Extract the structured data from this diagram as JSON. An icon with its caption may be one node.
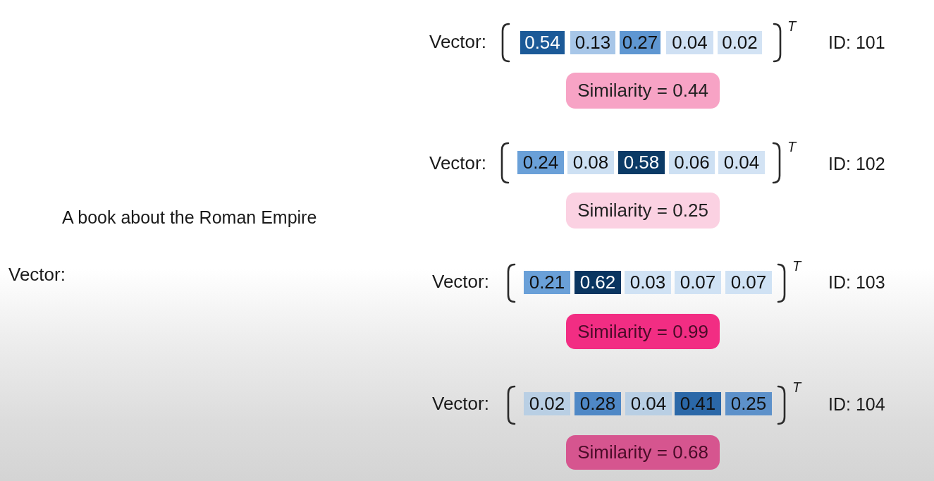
{
  "diagram": {
    "nodes": [
      {
        "text": [
          "0.54"
        ]
      },
      {
        "text": [
          "0.13"
        ]
      },
      {
        "text": [
          "0.27"
        ]
      },
      {
        "text": [
          "0.04"
        ]
      },
      {
        "text": [
          "0.02"
        ]
      },
      {
        "text": [
          "Similarity = 0.44"
        ]
      },
      {
        "text": [
          "0.24"
        ]
      },
      {
        "text": [
          "0.08"
        ]
      },
      {
        "text": [
          "0.58"
        ]
      },
      {
        "text": [
          "0.06"
        ]
      },
      {
        "text": [
          "0.04"
        ]
      },
      {
        "text": [
          "Similarity = 0.25"
        ]
      },
      {
        "text": [
          "0.21"
        ]
      },
      {
        "text": [
          "0.62"
        ]
      },
      {
        "text": [
          "0.03"
        ]
      },
      {
        "text": [
          "0.07"
        ]
      },
      {
        "text": [
          "0.07"
        ]
      },
      {
        "text": [
          "Similarity = 0.99"
        ]
      },
      {
        "text": [
          "0.02"
        ]
      },
      {
        "text": [
          "0.28"
        ]
      },
      {
        "text": [
          "0.04"
        ]
      },
      {
        "text": [
          "0.41"
        ]
      },
      {
        "text": [
          "0.25"
        ]
      },
      {
        "text": [
          "Similarity = 0.68"
        ]
      }
    ],
    "labels": [
      "Vector:",
      "T",
      "ID: 101",
      "Vector:",
      "T",
      "ID: 102",
      "A book about the Roman Empire",
      "Vector:",
      "Vector:",
      "T",
      "ID: 103",
      "Vector:",
      "T",
      "ID: 104"
    ]
  }
}
